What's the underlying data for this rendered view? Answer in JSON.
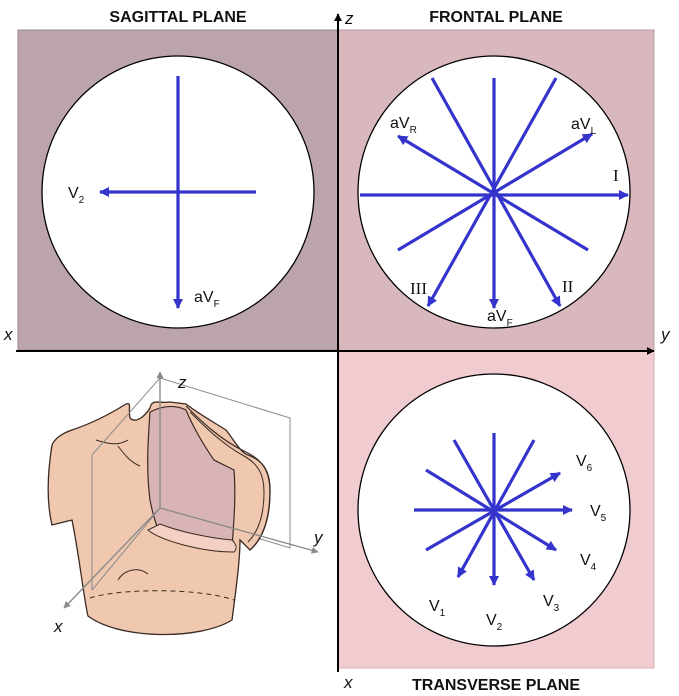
{
  "titles": {
    "sagittal": "SAGITTAL PLANE",
    "frontal": "FRONTAL PLANE",
    "transverse": "TRANSVERSE PLANE"
  },
  "axes": {
    "x_left": "x",
    "y_right": "y",
    "z_top": "z",
    "x_bottom": "x",
    "torso_z": "z",
    "torso_y": "y",
    "torso_x": "x"
  },
  "sagittal": {
    "v2": {
      "main": "V",
      "sub": "2"
    },
    "avf": {
      "main": "aV",
      "sub": "F"
    }
  },
  "frontal": {
    "avr": {
      "main": "aV",
      "sub": "R"
    },
    "avl": {
      "main": "aV",
      "sub": "L"
    },
    "i": "I",
    "ii": "II",
    "iii": "III",
    "avf": {
      "main": "aV",
      "sub": "F"
    }
  },
  "transverse": {
    "v1": {
      "main": "V",
      "sub": "1"
    },
    "v2": {
      "main": "V",
      "sub": "2"
    },
    "v3": {
      "main": "V",
      "sub": "3"
    },
    "v4": {
      "main": "V",
      "sub": "4"
    },
    "v5": {
      "main": "V",
      "sub": "5"
    },
    "v6": {
      "main": "V",
      "sub": "6"
    }
  },
  "colors": {
    "sagittal_bg": "#bca4ac",
    "frontal_bg": "#d8b8bc",
    "transverse_bg": "#f0ccd0",
    "arrow": "#3434cc",
    "skin": "#f0c8b0",
    "skin_edge": "#3a2a22"
  }
}
